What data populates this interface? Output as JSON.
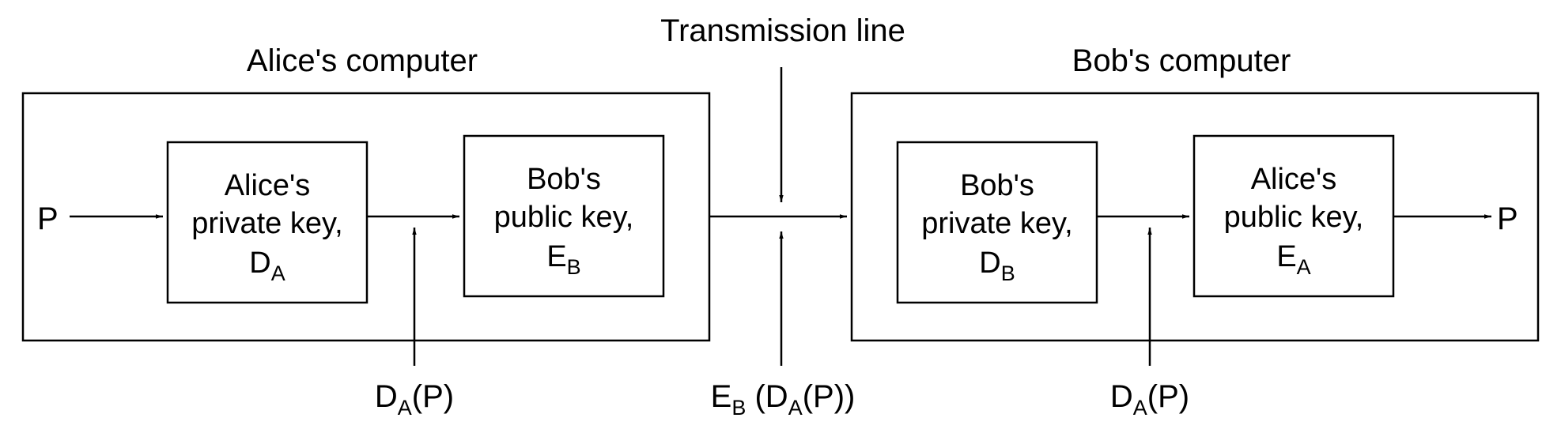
{
  "labels": {
    "transmission_line": "Transmission line",
    "alice_computer": "Alice's computer",
    "bob_computer": "Bob's computer",
    "input_p": "P",
    "output_p": "P"
  },
  "boxes": {
    "alice_private_key": {
      "line1": "Alice's",
      "line2": "private key,",
      "sym": "D",
      "sub": "A"
    },
    "bob_public_key": {
      "line1": "Bob's",
      "line2": "public key,",
      "sym": "E",
      "sub": "B"
    },
    "bob_private_key": {
      "line1": "Bob's",
      "line2": "private key,",
      "sym": "D",
      "sub": "B"
    },
    "alice_public_key": {
      "line1": "Alice's",
      "line2": "public key,",
      "sym": "E",
      "sub": "A"
    }
  },
  "signals": {
    "left": {
      "sym": "D",
      "sub": "A",
      "rest": "(P)"
    },
    "middle": {
      "sym1": "E",
      "sub1": "B",
      "mid": " (D",
      "sub2": "A",
      "rest": "(P))"
    },
    "right": {
      "sym": "D",
      "sub": "A",
      "rest": "(P)"
    }
  }
}
